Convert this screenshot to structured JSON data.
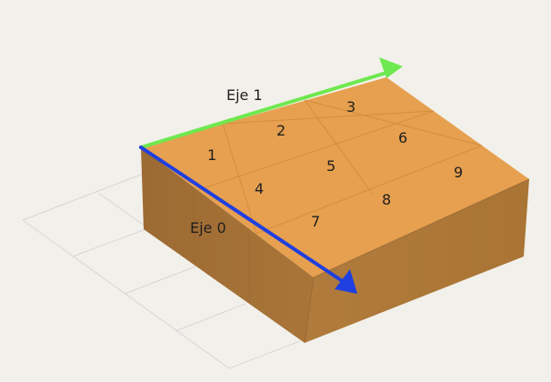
{
  "diagram": {
    "axis_labels": {
      "axis0": "Eje 0",
      "axis1": "Eje 1"
    },
    "cells": [
      "1",
      "2",
      "3",
      "4",
      "5",
      "6",
      "7",
      "8",
      "9"
    ],
    "colors": {
      "background": "#f2f0ea",
      "floor_grid": "#d6d6d6",
      "top_face": "#e6a04f",
      "top_grid": "#d2873a",
      "front_face": "#a37138",
      "right_face": "#b07a3b",
      "edge": "#8f6030",
      "axis0_arrow": "#1f3fe0",
      "axis1_arrow": "#6ee84f"
    }
  }
}
